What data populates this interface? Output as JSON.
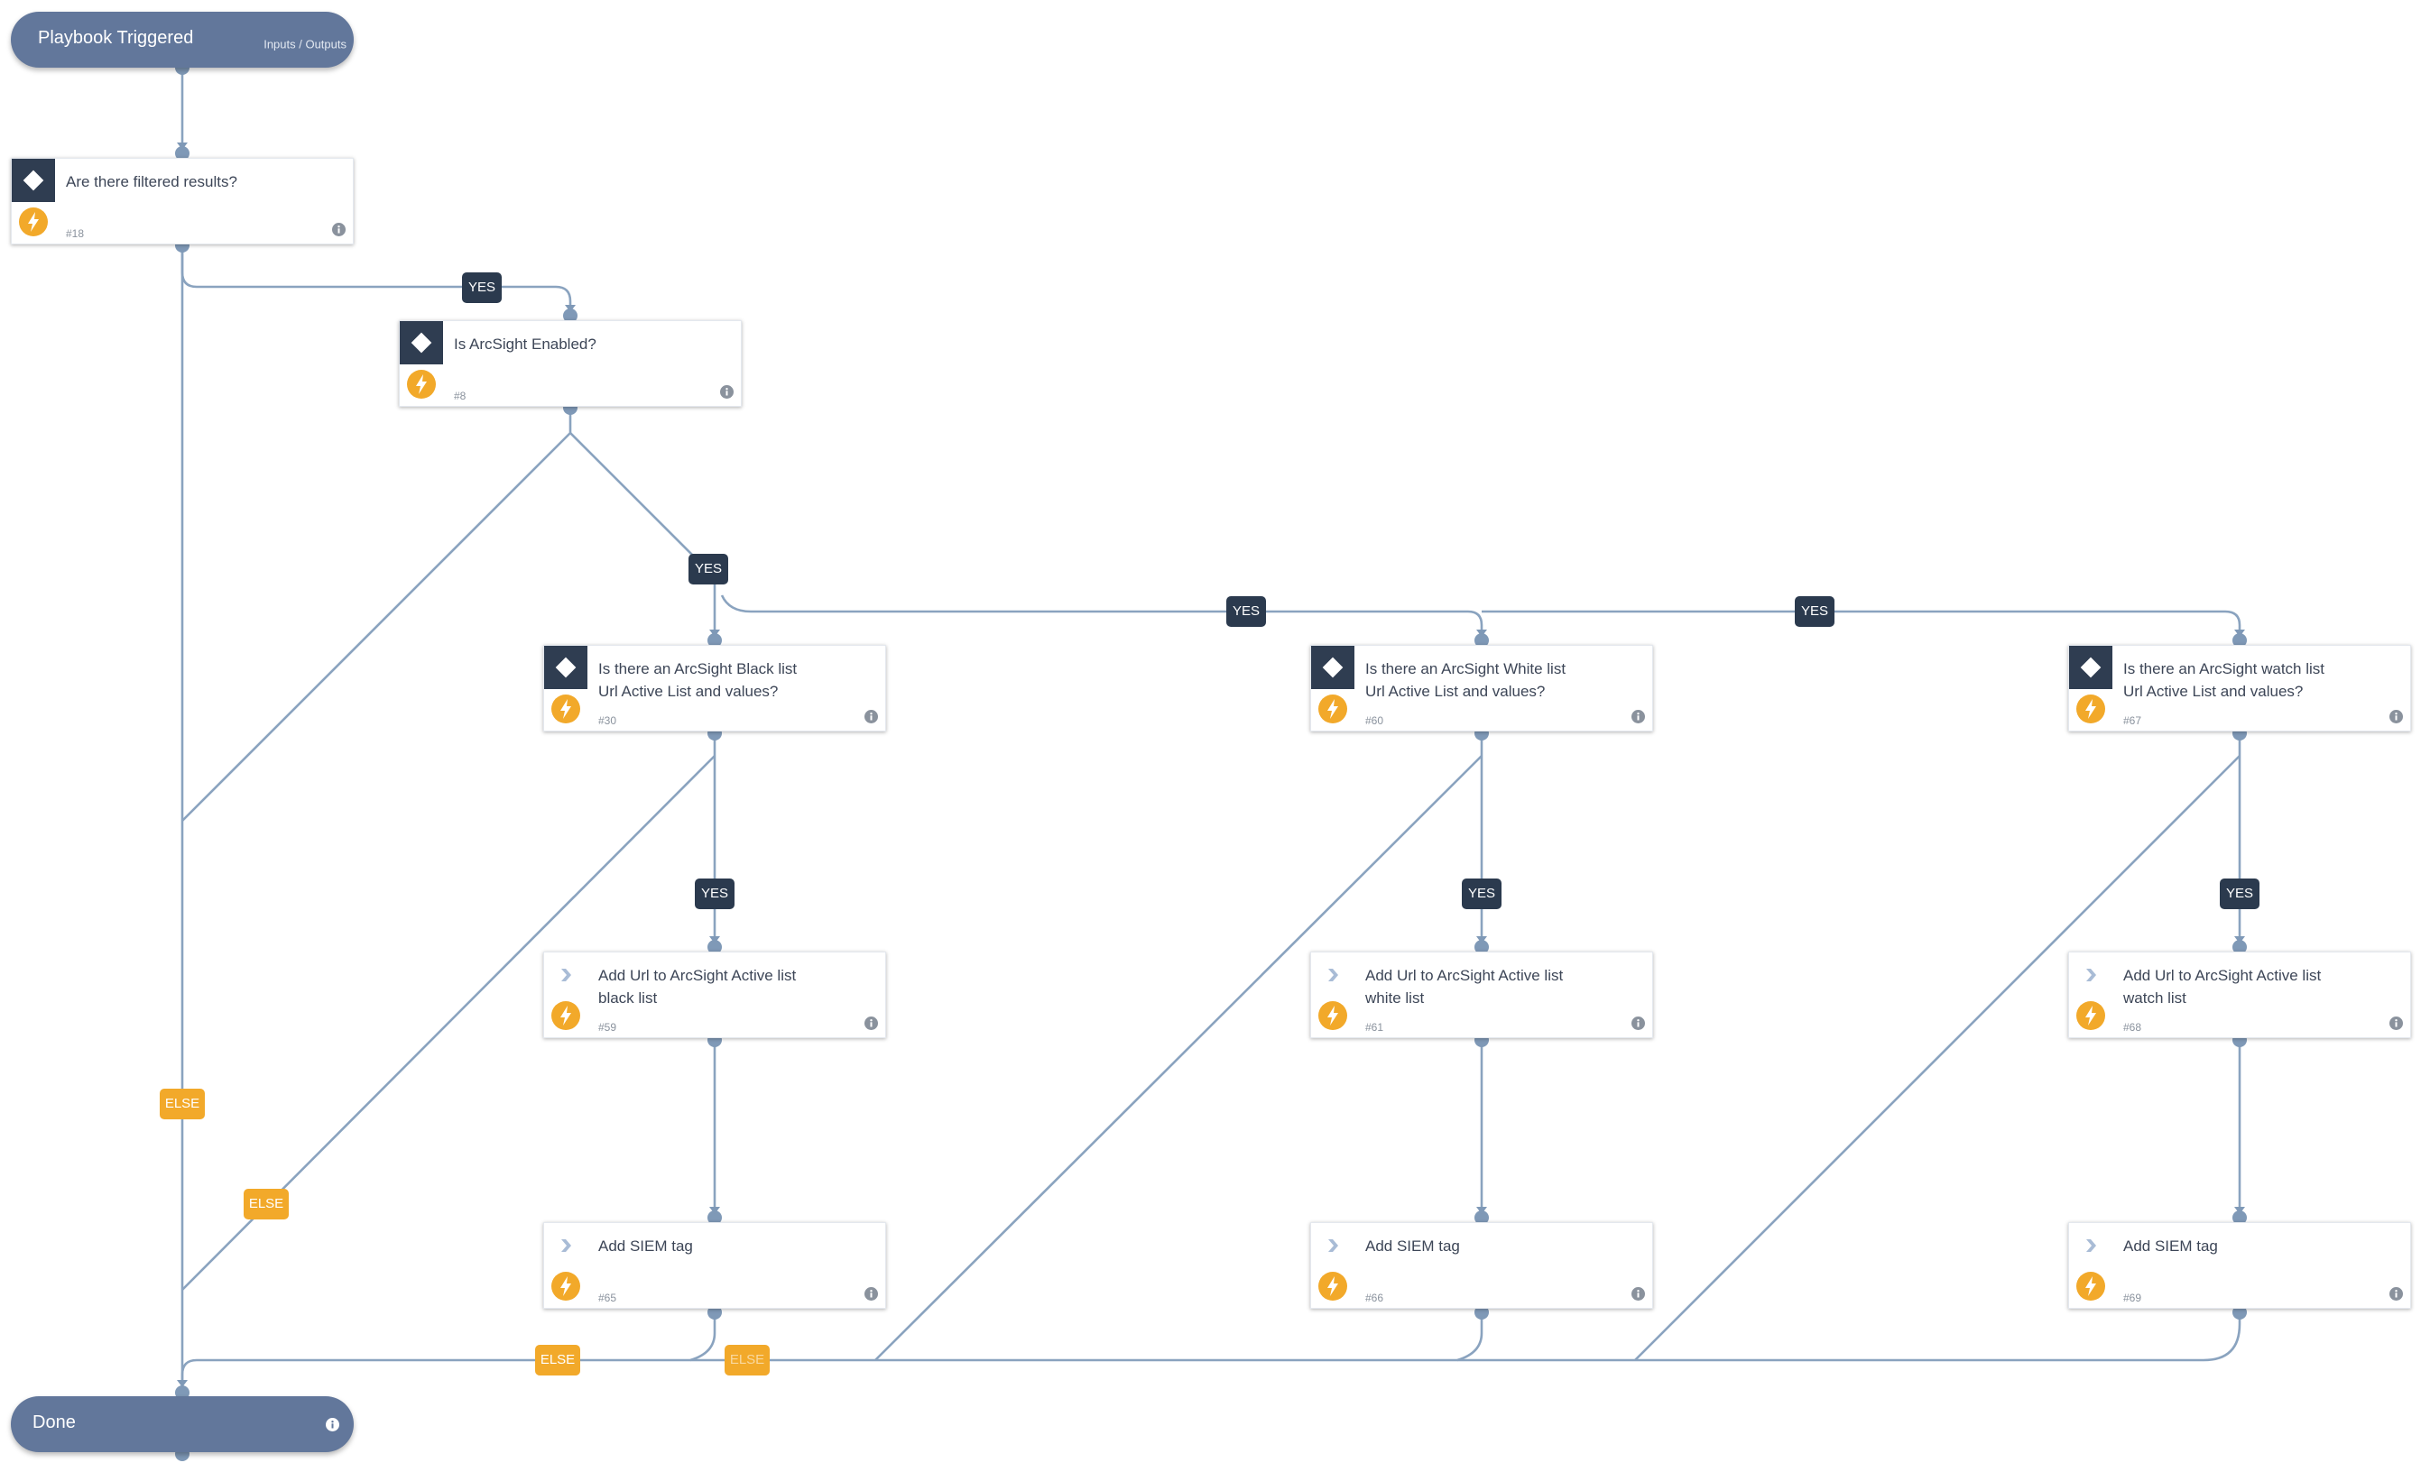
{
  "start": {
    "title": "Playbook Triggered",
    "link": "Inputs / Outputs"
  },
  "end": {
    "title": "Done"
  },
  "cards": [
    {
      "id": "#18",
      "kind": "condition",
      "title": "Are there filtered results?"
    },
    {
      "id": "#8",
      "kind": "condition",
      "title": "Is ArcSight Enabled?"
    },
    {
      "id": "#30",
      "kind": "condition",
      "title": "Is there an ArcSight Black list\nUrl Active List and values?"
    },
    {
      "id": "#60",
      "kind": "condition",
      "title": "Is there an ArcSight White list\nUrl Active List and values?"
    },
    {
      "id": "#67",
      "kind": "condition",
      "title": "Is there an ArcSight watch list\nUrl Active List and values?"
    },
    {
      "id": "#59",
      "kind": "task",
      "title": "Add Url to ArcSight Active list\nblack list"
    },
    {
      "id": "#61",
      "kind": "task",
      "title": "Add Url to ArcSight Active list\nwhite list"
    },
    {
      "id": "#68",
      "kind": "task",
      "title": "Add Url to ArcSight Active list\nwatch list"
    },
    {
      "id": "#65",
      "kind": "task",
      "title": "Add SIEM tag"
    },
    {
      "id": "#66",
      "kind": "task",
      "title": "Add SIEM tag"
    },
    {
      "id": "#69",
      "kind": "task",
      "title": "Add SIEM tag"
    }
  ],
  "branch_labels": {
    "yes": "YES",
    "else": "ELSE"
  },
  "colors": {
    "pill": "#62779b",
    "condition_header": "#2f3d51",
    "yes_label": "#2b3a4e",
    "else_label": "#f2a92a",
    "automation_bolt": "#f2a92a",
    "edge": "#8aa3bf"
  },
  "icons": {
    "condition": "diamond-icon",
    "task": "chevron-right-icon",
    "automation": "lightning-bolt-icon",
    "info": "info-icon"
  }
}
